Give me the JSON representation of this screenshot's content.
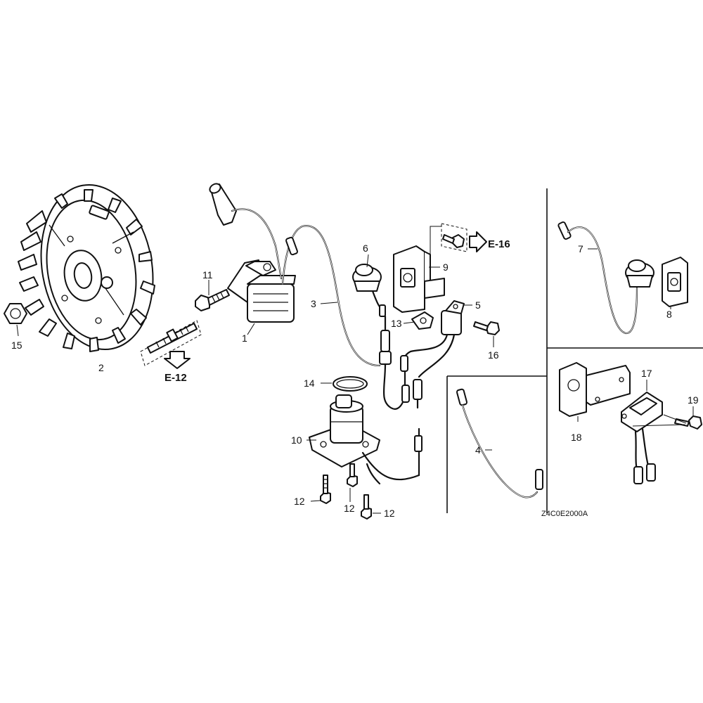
{
  "callouts": {
    "c1": "1",
    "c2": "2",
    "c3": "3",
    "c4": "4",
    "c5": "5",
    "c6": "6",
    "c7": "7",
    "c8": "8",
    "c9": "9",
    "c10": "10",
    "c11": "11",
    "c12a": "12",
    "c12b": "12",
    "c12c": "12",
    "c13": "13",
    "c14": "14",
    "c15": "15",
    "c16": "16",
    "c17": "17",
    "c18": "18",
    "c19": "19"
  },
  "references": {
    "e12": "E-12",
    "e16": "E-16"
  },
  "diagram_code": "Z4C0E2000A"
}
